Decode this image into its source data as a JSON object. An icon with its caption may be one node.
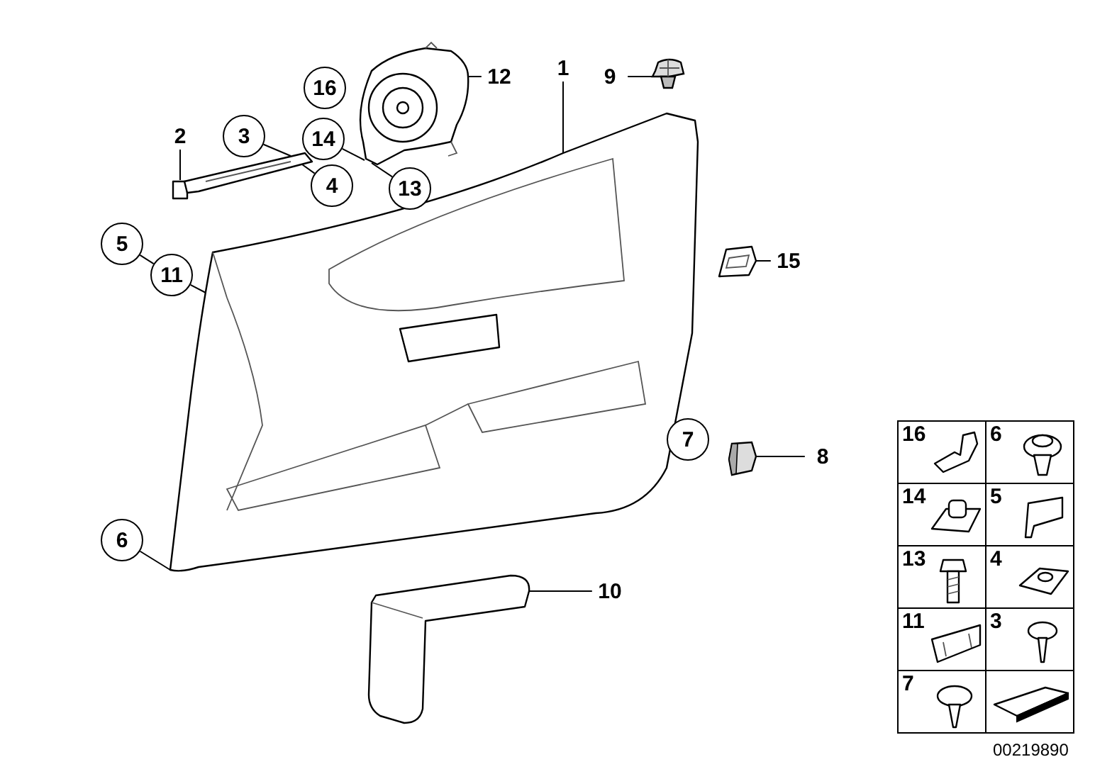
{
  "diagram": {
    "nodes": [
      {
        "text": [
          "16"
        ]
      },
      {
        "text": [
          "12"
        ]
      },
      {
        "text": [],
        "shape": "picture"
      },
      {
        "text": [
          "1"
        ]
      },
      {
        "text": [
          "9"
        ]
      },
      {
        "text": [],
        "shape": "picture"
      },
      {
        "text": [
          "2"
        ]
      },
      {
        "text": [
          "3"
        ]
      },
      {
        "text": [
          "14"
        ]
      },
      {
        "text": [],
        "shape": "picture"
      },
      {
        "text": [
          "4"
        ]
      },
      {
        "text": [
          "13"
        ]
      },
      {
        "text": [
          "5"
        ]
      },
      {
        "text": [
          "11"
        ]
      },
      {
        "text": [],
        "shape": "picture"
      },
      {
        "text": [
          "15"
        ]
      },
      {
        "text": [],
        "shape": "picture"
      },
      {
        "text": [
          "7"
        ]
      },
      {
        "text": [],
        "shape": "picture"
      },
      {
        "text": [
          "8"
        ]
      },
      {
        "text": [
          "6"
        ]
      },
      {
        "text": [
          "10"
        ]
      },
      {
        "text": [],
        "shape": "picture"
      }
    ],
    "edges": [
      {
        "from": 1,
        "to": 2,
        "arrow": "none"
      },
      {
        "from": 3,
        "to": 14,
        "arrow": "none"
      },
      {
        "from": 4,
        "to": 5,
        "arrow": "none"
      },
      {
        "from": 6,
        "to": 9,
        "arrow": "none"
      },
      {
        "from": 7,
        "to": 9,
        "arrow": "none"
      },
      {
        "from": 10,
        "to": 9,
        "arrow": "none"
      },
      {
        "from": 8,
        "to": 2,
        "arrow": "none"
      },
      {
        "from": 11,
        "to": 2,
        "arrow": "none"
      },
      {
        "from": 12,
        "to": 13,
        "arrow": "none"
      },
      {
        "from": 13,
        "to": 14,
        "arrow": "none"
      },
      {
        "from": 15,
        "to": 16,
        "arrow": "none"
      },
      {
        "from": 19,
        "to": 18,
        "arrow": "none"
      },
      {
        "from": 20,
        "to": 14,
        "arrow": "none"
      },
      {
        "from": 21,
        "to": 22,
        "arrow": "none"
      }
    ],
    "labels": [
      "16",
      "6",
      "14",
      "5",
      "13",
      "4",
      "11",
      "3",
      "7",
      "00219890"
    ]
  }
}
